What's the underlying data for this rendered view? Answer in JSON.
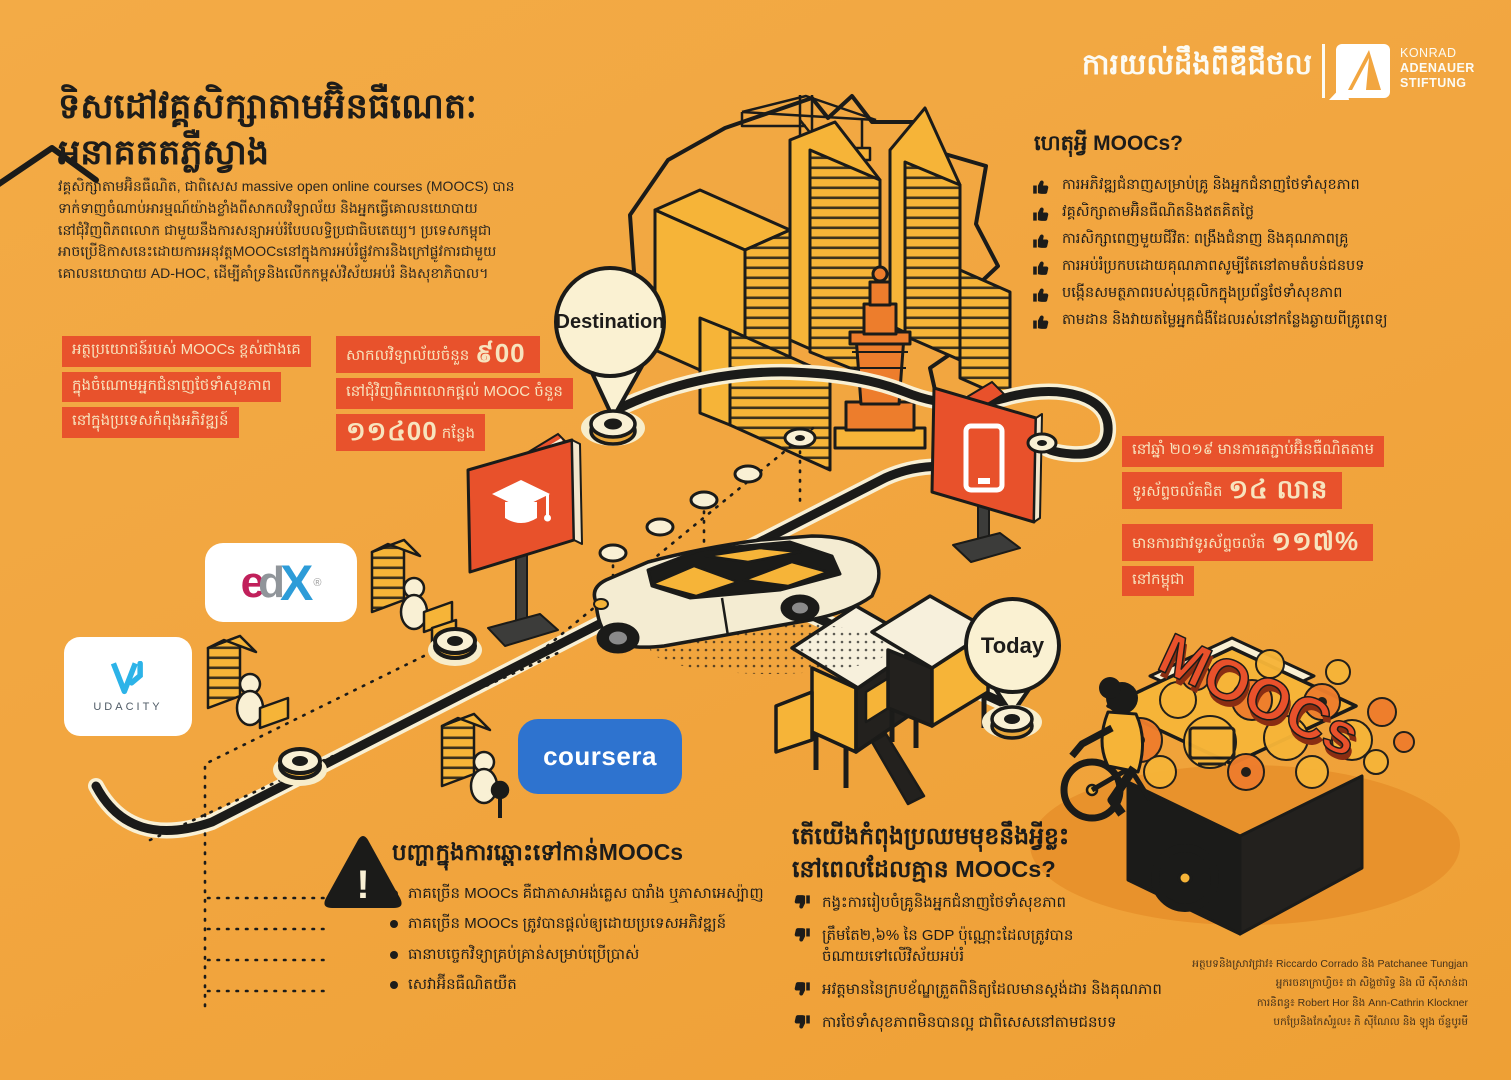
{
  "header": {
    "program_title": "ការយល់ដឹងពីឌីជីថល",
    "logo_line1": "KONRAD",
    "logo_line2": "ADENAUER",
    "logo_line3": "STIFTUNG"
  },
  "intro": {
    "title": "ទិសដៅវគ្គសិក្សាតាមអ៊ិនធឺណេតៈ\nអនាគតតភ្លឺស្វាង",
    "body": "វគ្គសិក្សាតាមអ៊ិនធឺណិត, ជាពិសេស massive open online courses (MOOCS) បាន\nទាក់ទាញចំណាប់អារម្មណ៍យ៉ាងខ្លាំងពីសាកលវិទ្យាល័យ និងអ្នកធ្វើគោលនយោបាយ\nនៅជុំវិញពិភពលោក ជាមួយនឹងការសន្យាអប់រំបែបលទ្ធិប្រជាធិបតេយ្យ។ ប្រទេសកម្ពុជា\nអាចប្រើឱកាសនេះដោយការអនុវត្តMOOCsនៅក្នុងការអប់រំផ្លូវការនិងក្រៅផ្លូវការជាមួយ\nគោលនយោបាយ AD-HOC, ដើម្បីគាំទ្រនិងលើកកម្ពស់វិស័យអប់រំ និងសុខាភិបាល។"
  },
  "why": {
    "heading": "ហេតុអ្វី MOOCs?",
    "items": [
      "ការអភិវឌ្ឍជំនាញសម្រាប់គ្រូ និងអ្នកជំនាញថែទាំសុខភាព",
      "វគ្គសិក្សាតាមអ៊ិនធឺណិតនិងឥតគិតថ្លៃ",
      "ការសិក្សាពេញមួយជីវិត: ពង្រឹងជំនាញ និងគុណភាពគ្រូ",
      "ការអប់រំប្រកបដោយគុណភាពសូម្បីតែនៅតាមតំបន់ជនបទ",
      "បង្កើនសមត្ថភាពរបស់បុគ្គលិកក្នុងប្រព័ន្ធថែទាំសុខភាព",
      "តាមដាន និងវាយតម្លៃអ្នកជំងឺដែលរស់នៅកន្លែងឆ្ងាយពីគ្រូពេទ្យ"
    ]
  },
  "stats": {
    "benefit_lines": [
      "អត្ថប្រយោជន៍របស់ MOOCs ខ្ពស់ជាងគេ",
      "ក្នុងចំណោមអ្នកជំនាញថែទាំសុខភាព",
      "នៅក្នុងប្រទេសកំពុងអភិវឌ្ឍន៍"
    ],
    "universities": {
      "l1_text": "សាកលវិទ្យាល័យចំនួន",
      "l1_big": "៩00",
      "l2": "នៅជុំវិញពិភពលោកផ្តល់ MOOC ចំនួន",
      "l3_big": "១១៤00",
      "l3_text": "កន្លែង"
    },
    "mobile": {
      "l1": "នៅឆ្នាំ ២០១៩ មានការតភ្ជាប់អ៊ិនធឺណិតតាម",
      "l2_text": "ទូរស័ព្ទចល័តជិត",
      "l2_big": "១៤ លាន",
      "l3_text": "មានការជាវទូរស័ព្ទចល័ត",
      "l3_big": "១១៧%",
      "l4": "នៅកម្ពុជា"
    }
  },
  "journey": {
    "destination_label": "Destination",
    "today_label": "Today",
    "cart_text": "MOOCs"
  },
  "providers": {
    "edx_e": "e",
    "edx_d": "d",
    "edx_x": "X",
    "edx_reg": "®",
    "udacity": "UDACITY",
    "coursera": "coursera"
  },
  "problems": {
    "heading": "បញ្ហាក្នុងការឆ្ពោះទៅកាន់MOOCs",
    "warning_mark": "!",
    "items": [
      "ភាគច្រើន MOOCs គឺជាភាសាអង់គ្លេស បារាំង ឬភាសាអេស្ប៉ាញ",
      "ភាគច្រើន MOOCs ត្រូវបានផ្តល់ឲ្យដោយប្រទេសអភិវឌ្ឍន៍",
      "ធានាបច្ចេកវិទ្យាគ្រប់គ្រាន់សម្រាប់ប្រើប្រាស់",
      "សេវាអ៊ីនធឺណិតយឺត"
    ]
  },
  "challenges": {
    "heading": "តើយើងកំពុងប្រឈមមុខនឹងអ្វីខ្លះ\nនៅពេលដែលគ្មាន MOOCs?",
    "items": [
      "កង្វះការរៀបចំគ្រូនិងអ្នកជំនាញថែទាំសុខភាព",
      "ត្រឹមតែ២,៦% នៃ GDP ប៉ុណ្ណោះដែលត្រូវបាន\nចំណាយទៅលើវិស័យអប់រំ",
      "អវត្តមាននៃក្របខ័ណ្ឌត្រួតពិនិត្យដែលមានស្តង់ដារ និងគុណភាព",
      "ការថែទាំសុខភាពមិនបានល្អ ជាពិសេសនៅតាមជនបទ"
    ]
  },
  "credits": {
    "lines": [
      "អត្ថបទនិងស្រាវជ្រាវ៖ Riccardo Corrado និង Patchanee Tungjan",
      "អ្នករចនាក្រាហ្វិច៖ ជា សិង្ហថារិទ្ធ និង លី ស៊ីសាន់ដា",
      "ការនិពន្ធ៖ Robert Hor និង Ann-Cathrin Klockner",
      "បកប្រែនិងកែសំរួល៖ ភិ ស៊ីណែល និង ឡុង ច័ន្ទបូរមី"
    ]
  }
}
